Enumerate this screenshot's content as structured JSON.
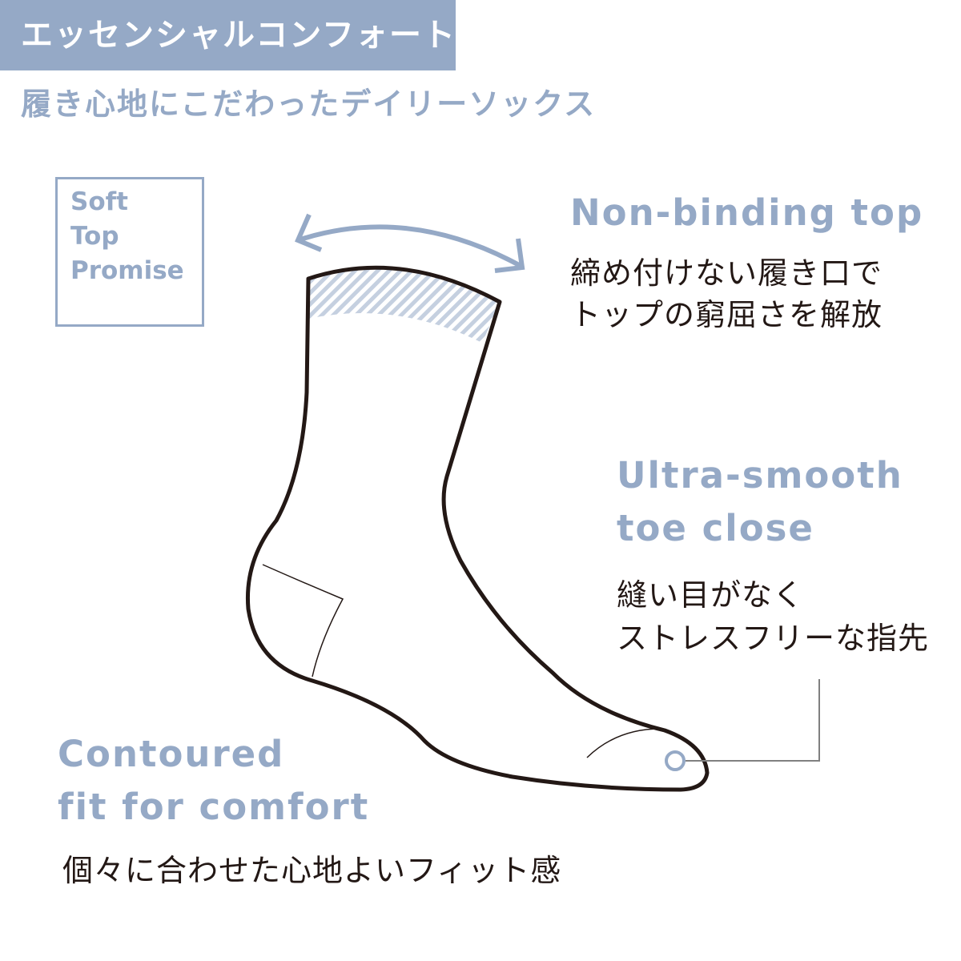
{
  "banner": {
    "title": "エッセンシャルコンフォート",
    "bg_color": "#95a9c6",
    "text_color": "#ffffff"
  },
  "subtitle": "履き心地にこだわったデイリーソックス",
  "badge": {
    "lines": [
      "Soft",
      "Top",
      "Promise"
    ]
  },
  "features": [
    {
      "id": "non-binding-top",
      "heading_lines": [
        "Non-binding top"
      ],
      "body_lines": [
        "締め付けない履き口で",
        "トップの窮屈さを解放"
      ]
    },
    {
      "id": "ultra-smooth-toe",
      "heading_lines": [
        "Ultra-smooth",
        "toe close"
      ],
      "body_lines": [
        "縫い目がなく",
        "ストレスフリーな指先"
      ]
    },
    {
      "id": "contoured-fit",
      "heading_lines": [
        "Contoured",
        "fit for comfort"
      ],
      "body_lines": [
        "個々に合わせた心地よいフィット感"
      ]
    }
  ],
  "illustration": {
    "subject": "sock-outline",
    "icons": [
      "double-headed-curved-arrow-icon",
      "toe-marker-circle-icon",
      "hatched-cuff-band"
    ],
    "colors": {
      "accent": "#95a9c6",
      "outline": "#231815",
      "leader_line": "#808080",
      "hatch": "#c5d0e0"
    }
  }
}
